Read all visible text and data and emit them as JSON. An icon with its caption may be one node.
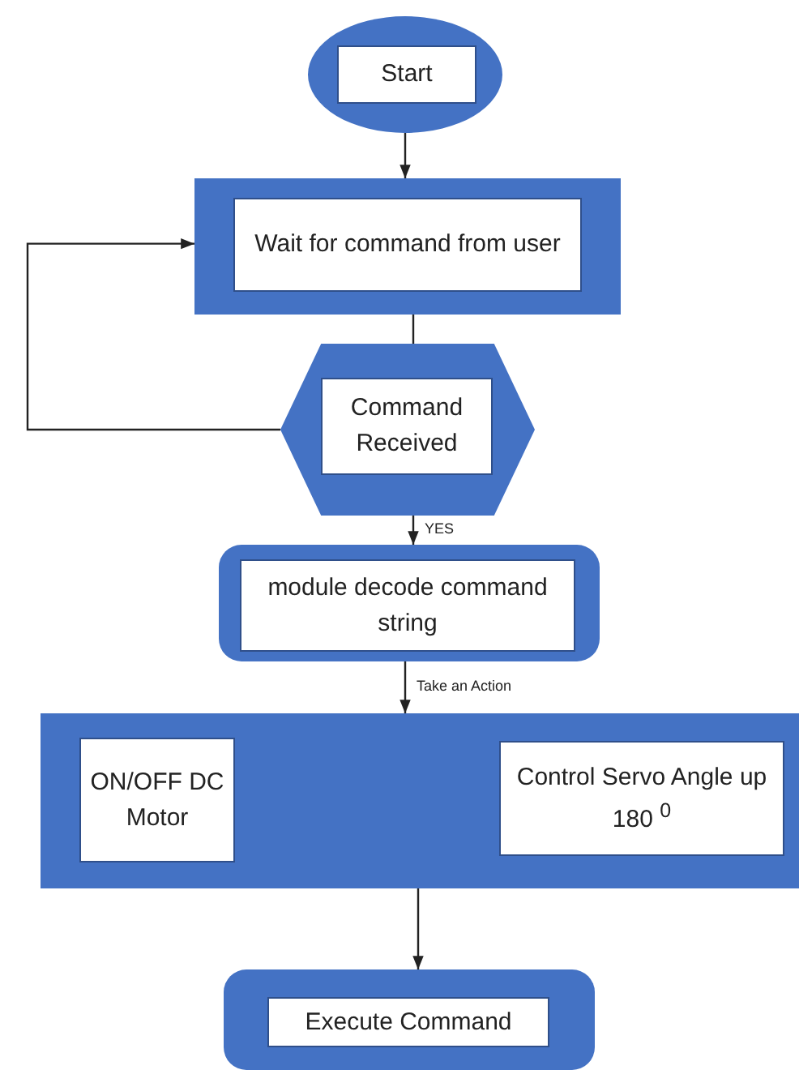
{
  "diagram": {
    "nodes": [
      {
        "text": [
          "Start"
        ]
      },
      {
        "text": [
          "Wait for command from user"
        ]
      },
      {
        "text": [
          "Command Received"
        ]
      },
      {
        "text": [
          "module decode command string"
        ]
      },
      {
        "text": [],
        "shape": "box"
      },
      {
        "text": [
          "ON/OFF DC Motor"
        ],
        "in": 4
      },
      {
        "text": [
          "Control Servo Angle up 180 $^{0}$"
        ],
        "in": 4
      },
      {
        "text": [
          "Execute Command"
        ]
      }
    ],
    "edges": [
      {
        "from": 0,
        "to": 1,
        "arrow": "to"
      },
      {
        "from": 1,
        "to": 2,
        "arrow": "none"
      },
      {
        "from": 2,
        "to": 1,
        "arrow": "to"
      },
      {
        "from": 2,
        "to": 3,
        "arrow": "to",
        "label": "YES"
      },
      {
        "from": 3,
        "to": 4,
        "arrow": "to",
        "label": "Take an Action"
      },
      {
        "from": 4,
        "to": 7,
        "arrow": "to"
      }
    ]
  }
}
